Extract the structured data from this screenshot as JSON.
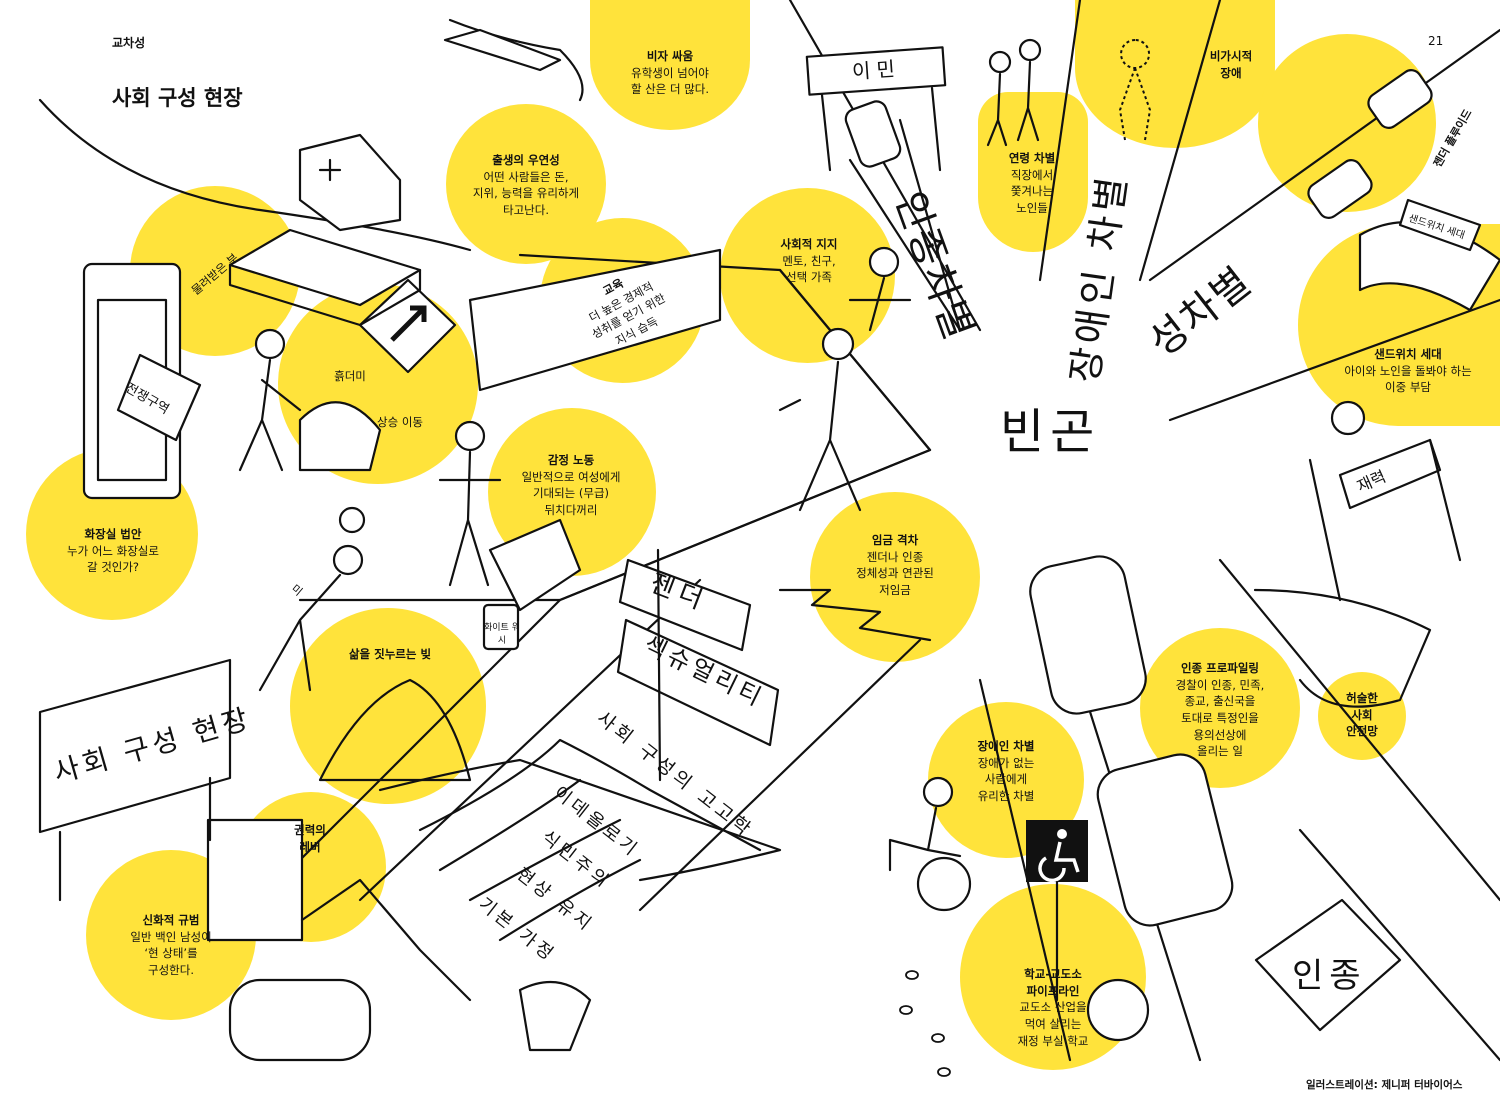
{
  "header": {
    "section": "교차성",
    "title": "사회 구성 현장",
    "page_number": "21"
  },
  "credit": "일러스트레이션: 제니퍼 터바이어스",
  "accent_color": "#ffe33b",
  "bubbles": [
    {
      "id": "visa",
      "title": "비자 싸움",
      "lines": [
        "유학생이 넘어야",
        "할 산은 더 많다."
      ]
    },
    {
      "id": "birth",
      "title": "출생의 우연성",
      "lines": [
        "어떤 사람들은 돈,",
        "지위, 능력을 유리하게",
        "타고난다."
      ]
    },
    {
      "id": "inherit",
      "title": "",
      "lines": [
        "물려받은 부"
      ]
    },
    {
      "id": "edu",
      "title": "교육",
      "lines": [
        "더 높은 경제적",
        "성취를 얻기 위한",
        "지식 습득"
      ]
    },
    {
      "id": "dirt",
      "title": "",
      "lines": [
        "흙더미"
      ]
    },
    {
      "id": "mobility",
      "title": "",
      "lines": [
        "상승 이동"
      ]
    },
    {
      "id": "social",
      "title": "사회적 지지",
      "lines": [
        "멘토, 친구,",
        "선택 가족"
      ]
    },
    {
      "id": "emotion",
      "title": "감정 노동",
      "lines": [
        "일반적으로 여성에게",
        "기대되는 (무급)",
        "뒤치다꺼리"
      ]
    },
    {
      "id": "bathroom",
      "title": "화장실 법안",
      "lines": [
        "누가 어느 화장실로",
        "갈 것인가?"
      ]
    },
    {
      "id": "wage",
      "title": "임금 격차",
      "lines": [
        "젠더나 인종",
        "정체성과 연관된",
        "저임금"
      ]
    },
    {
      "id": "debt",
      "title": "",
      "lines": [
        "삶을 짓누르는 빚"
      ]
    },
    {
      "id": "age",
      "title": "연령 차별",
      "lines": [
        "직장에서",
        "쫓겨나는",
        "노인들"
      ]
    },
    {
      "id": "invisible",
      "title": "비가시적",
      "lines": [
        "장애"
      ]
    },
    {
      "id": "sandwich",
      "title": "샌드위치 세대",
      "lines": [
        "아이와 노인을 돌봐야 하는",
        "이중 부담"
      ]
    },
    {
      "id": "profiling",
      "title": "인종 프로파일링",
      "lines": [
        "경찰이 인종, 민족,",
        "종교, 출신국을",
        "토대로 특정인을",
        "용의선상에",
        "올리는 일"
      ]
    },
    {
      "id": "safetynet",
      "title": "",
      "lines": [
        "허술한",
        "사회",
        "안전망"
      ]
    },
    {
      "id": "disability",
      "title": "장애인 차별",
      "lines": [
        "장애가 없는",
        "사람에게",
        "유리한 차별"
      ]
    },
    {
      "id": "lever",
      "title": "",
      "lines": [
        "권력의",
        "레버"
      ]
    },
    {
      "id": "myth",
      "title": "신화적 규범",
      "lines": [
        "일반 백인 남성이",
        "‘현 상태’를",
        "구성한다."
      ]
    },
    {
      "id": "pipeline",
      "title": "학교-교도소",
      "lines": [
        "파이프라인",
        "교도소 산업을",
        "먹여 살리는",
        "재정 부실 학교"
      ]
    }
  ],
  "labels": {
    "immigration": "이민",
    "racism": "인종차별",
    "ableism": "장애인 차별",
    "gender_discrimination": "성차별",
    "poverty": "빈곤",
    "gender": "젠더",
    "sexuality": "섹슈얼리티",
    "race": "인종",
    "construction_site": "사회 구성 현장",
    "war_zone": "전쟁구역",
    "funds": "재력",
    "sandwich_flag": "샌드위치 세대",
    "gender_fluid": "젠더 플루이드",
    "whitewash": "화이트 워시",
    "beauty": "미",
    "layer1": "사회 구성의 고고학",
    "layer2": "이데올로기",
    "layer3": "식민주의",
    "layer4": "현상 유지",
    "layer5": "기본 가정"
  }
}
